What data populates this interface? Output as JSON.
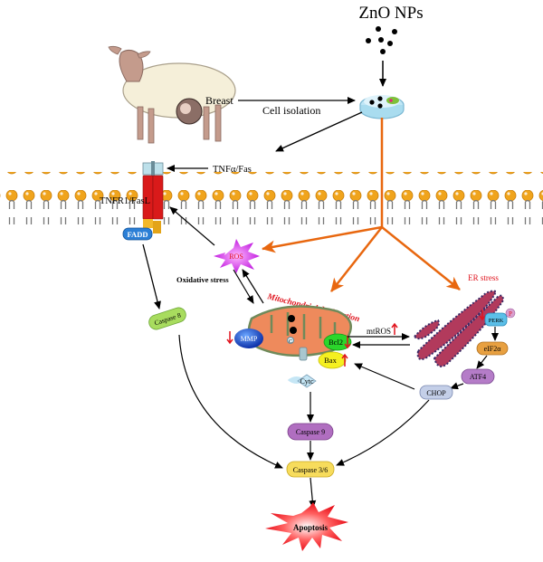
{
  "title": "ZnO NPs",
  "labels": {
    "breast": "Breast",
    "cell_isolation": "Cell isolation",
    "tnf_fas": "TNFα/Fas",
    "receptor": "TNFR1/FasL",
    "fadd": "FADD",
    "ros": "ROS",
    "oxidative_stress": "Oxidative  stress",
    "mito_dysfunction": "Mitochondrial dysfunction",
    "mmp": "MMP",
    "c": "C",
    "bcl2": "Bcl2",
    "bax": "Bax",
    "mtros": "mtROS",
    "cytc": "Cytc",
    "caspase8": "Caspase 8",
    "caspase9": "Caspase 9",
    "caspase36": "Caspase 3/6",
    "apoptosis": "Apoptosis",
    "er_stress": "ER stress",
    "perk": "PERK",
    "p": "P",
    "eif2a": "eIF2α",
    "atf4": "ATF4",
    "chop": "CHOP"
  },
  "colors": {
    "orange_arrow": "#e8670f",
    "membrane_head": "#f0a41c",
    "receptor_red": "#d91a1a",
    "red_text": "#e0141e",
    "ros_magenta": "#d13ce8",
    "mito": "#ee8a5c",
    "er": "#b23a5c"
  }
}
